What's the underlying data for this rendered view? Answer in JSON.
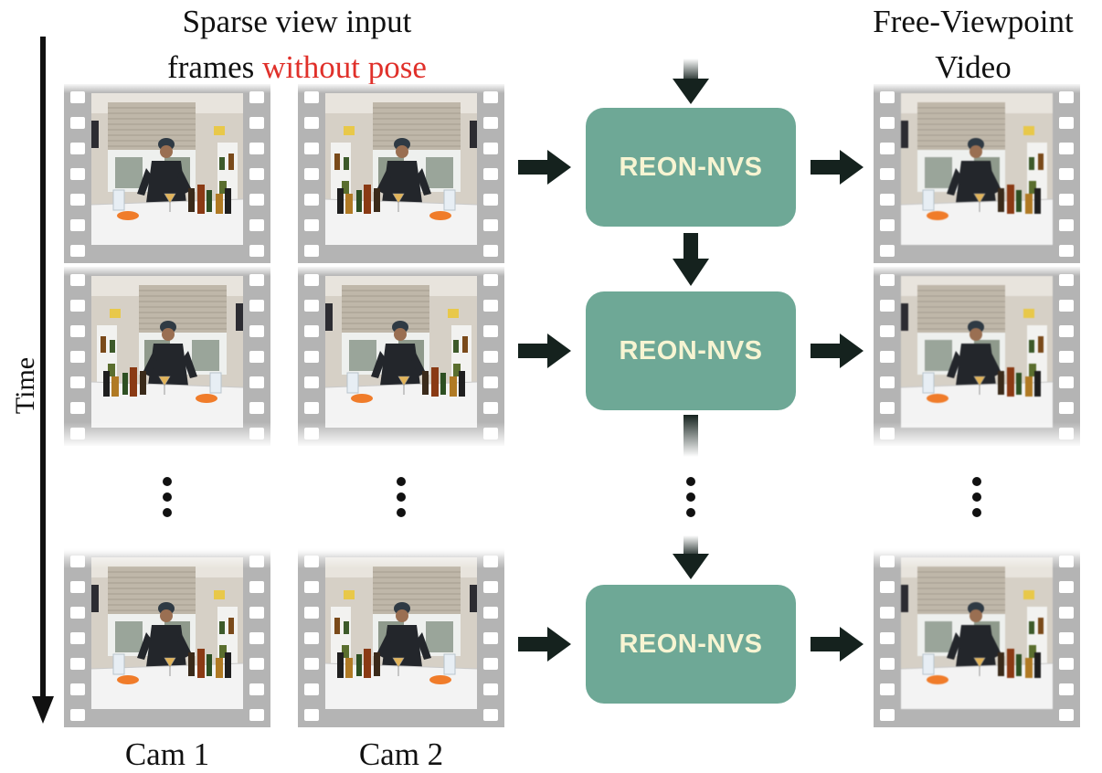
{
  "header": {
    "input_title_line1": "Sparse view input",
    "input_title_line2_prefix": "frames ",
    "input_title_line2_highlight": "without pose",
    "output_title_line1": "Free-Viewpoint",
    "output_title_line2": "Video"
  },
  "axis": {
    "time_label": "Time"
  },
  "cameras": [
    {
      "label": "Cam 1"
    },
    {
      "label": "Cam 2"
    }
  ],
  "model": {
    "box_labels": [
      "REON-NVS",
      "REON-NVS",
      "REON-NVS"
    ]
  },
  "colors": {
    "highlight": "#e0302a",
    "model_box": "#6ea896",
    "model_text": "#f7f4d2",
    "arrow": "#15221e",
    "film": "#b4b4b4"
  },
  "icons": [
    "right-arrow-icon",
    "down-arrow-icon",
    "ellipsis-icon"
  ]
}
